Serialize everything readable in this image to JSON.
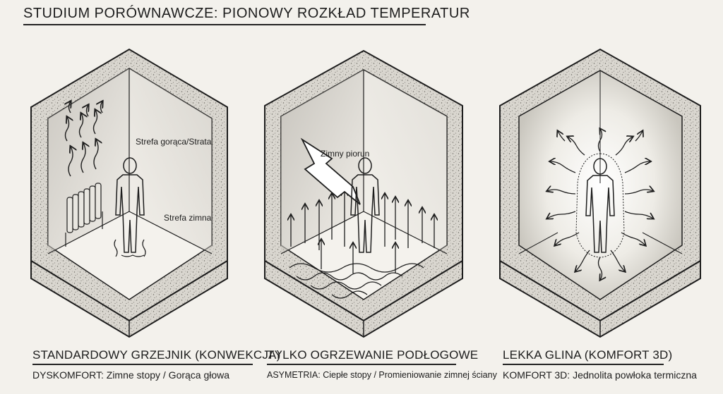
{
  "title": "STUDIUM PORÓWNAWCZE: PIONOWY ROZKŁAD TEMPERATUR",
  "panels": [
    {
      "heading": "STANDARDOWY GRZEJNIK (KONWEKCJA)",
      "sub_key": "DYSKOMFORT:",
      "sub_text": "Zimne stopy / Gorąca głowa",
      "annotations": [
        "Strefa gorąca/Strata",
        "Strefa zimna"
      ]
    },
    {
      "heading": "TYLKO OGRZEWANIE PODŁOGOWE",
      "sub_key": "ASYMETRIA:",
      "sub_text": "Ciepłe stopy / Promieniowanie zimnej ściany",
      "annotations": [
        "Zimny piorun"
      ]
    },
    {
      "heading": "LEKKA GLINA (KOMFORT 3D)",
      "sub_key": "KOMFORT 3D:",
      "sub_text": "Jednolita powłoka termiczna",
      "annotations": []
    }
  ],
  "colors": {
    "ink": "#1d1d1d",
    "paper": "#f3f1ec",
    "wall": "#d8d5ce",
    "wall_dark": "#bdb9b1"
  }
}
